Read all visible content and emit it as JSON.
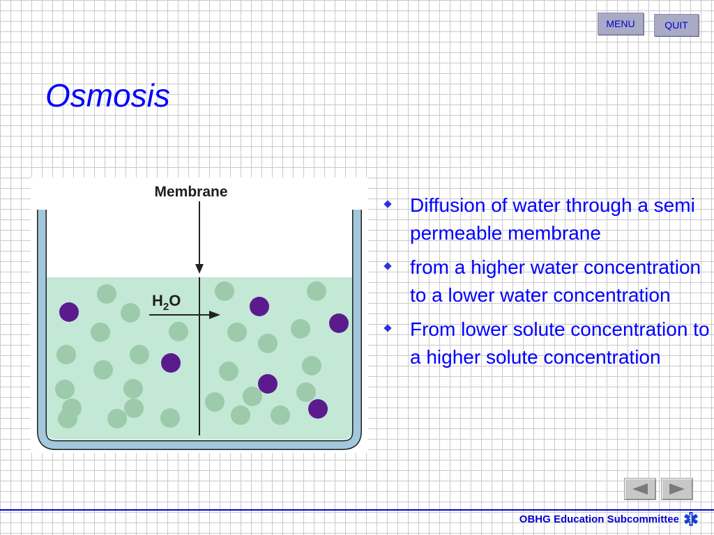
{
  "toolbar": {
    "menu_label": "MENU",
    "quit_label": "QUIT"
  },
  "slide": {
    "title": "Osmosis",
    "figure": {
      "membrane_label": "Membrane",
      "water_label_main": "H",
      "water_label_sub": "2",
      "water_label_end": "O"
    },
    "bullets": [
      "Diffusion of water through a semi permeable membrane",
      "from a higher water concentration to a lower water concentration",
      "From lower solute concentration to a higher solute concentration"
    ]
  },
  "footer": {
    "text": "OBHG Education Subcommittee"
  },
  "colors": {
    "text_blue": "#0000ff",
    "water_fill": "#c3e8d6",
    "water_molecule": "#9ccaaa",
    "solute_molecule": "#5b1b8c",
    "container": "#a3c8dc"
  },
  "icons": {
    "prev": "triangle-left-icon",
    "next": "triangle-right-icon",
    "logo": "star-of-life-icon"
  }
}
